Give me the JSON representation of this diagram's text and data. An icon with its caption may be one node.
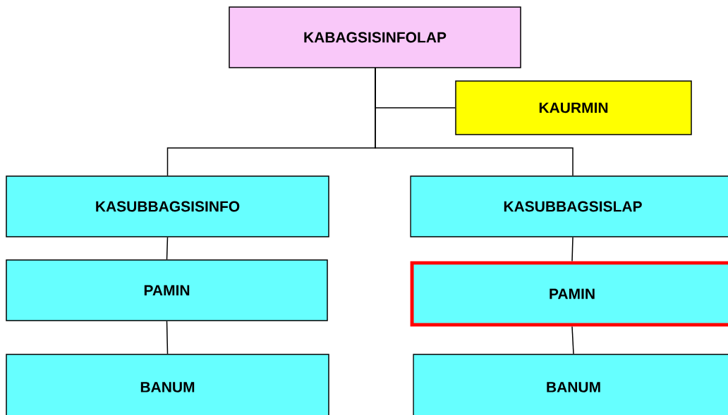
{
  "diagram": {
    "nodes": [
      {
        "text": [
          "KABAGSISINFOLAP"
        ]
      },
      {
        "text": [
          "KAURMIN"
        ]
      },
      {
        "text": [
          "KASUBBAGSISINFO"
        ]
      },
      {
        "text": [
          "KASUBBAGSISLAP"
        ]
      },
      {
        "text": [
          "PAMIN"
        ]
      },
      {
        "text": [
          "PAMIN"
        ]
      },
      {
        "text": [
          "BANUM"
        ]
      },
      {
        "text": [
          "BANUM"
        ]
      }
    ],
    "edges": [
      {
        "from": 0,
        "to": 1,
        "arrow": "none"
      },
      {
        "from": 0,
        "to": 2,
        "arrow": "none"
      },
      {
        "from": 0,
        "to": 3,
        "arrow": "none"
      },
      {
        "from": 2,
        "to": 4,
        "arrow": "none"
      },
      {
        "from": 4,
        "to": 6,
        "arrow": "none"
      },
      {
        "from": 3,
        "to": 5,
        "arrow": "none"
      },
      {
        "from": 5,
        "to": 7,
        "arrow": "none"
      }
    ]
  }
}
